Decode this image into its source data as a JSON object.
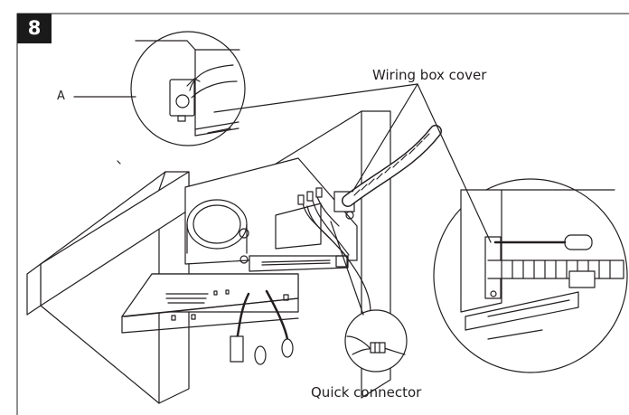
{
  "step": {
    "number": "8"
  },
  "labels": {
    "a": "A",
    "wiring_box_cover": "Wiring box cover",
    "quick_connector": "Quick connector"
  },
  "colors": {
    "line": "#231f20",
    "badge_bg": "#1a1a1a",
    "badge_text": "#ffffff",
    "background": "#ffffff"
  }
}
